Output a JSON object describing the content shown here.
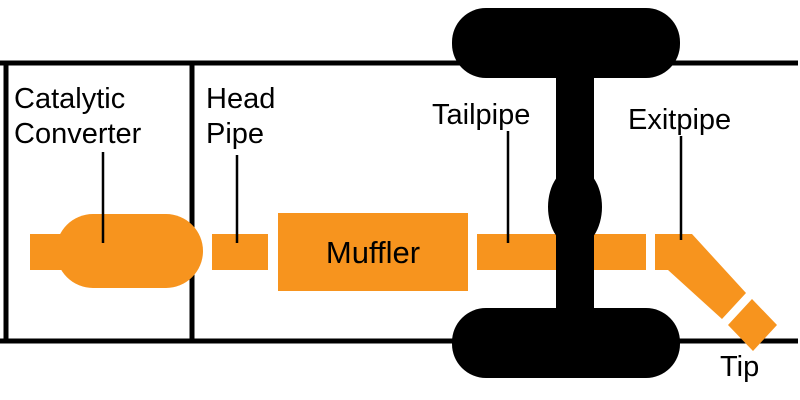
{
  "colors": {
    "pipe_orange": "#F7941E",
    "line_black": "#000000",
    "background": "#FFFFFF"
  },
  "labels": {
    "catalytic_converter_line1": "Catalytic",
    "catalytic_converter_line2": "Converter",
    "head_pipe_line1": "Head",
    "head_pipe_line2": "Pipe",
    "muffler": "Muffler",
    "tailpipe": "Tailpipe",
    "exitpipe": "Exitpipe",
    "tip": "Tip"
  }
}
